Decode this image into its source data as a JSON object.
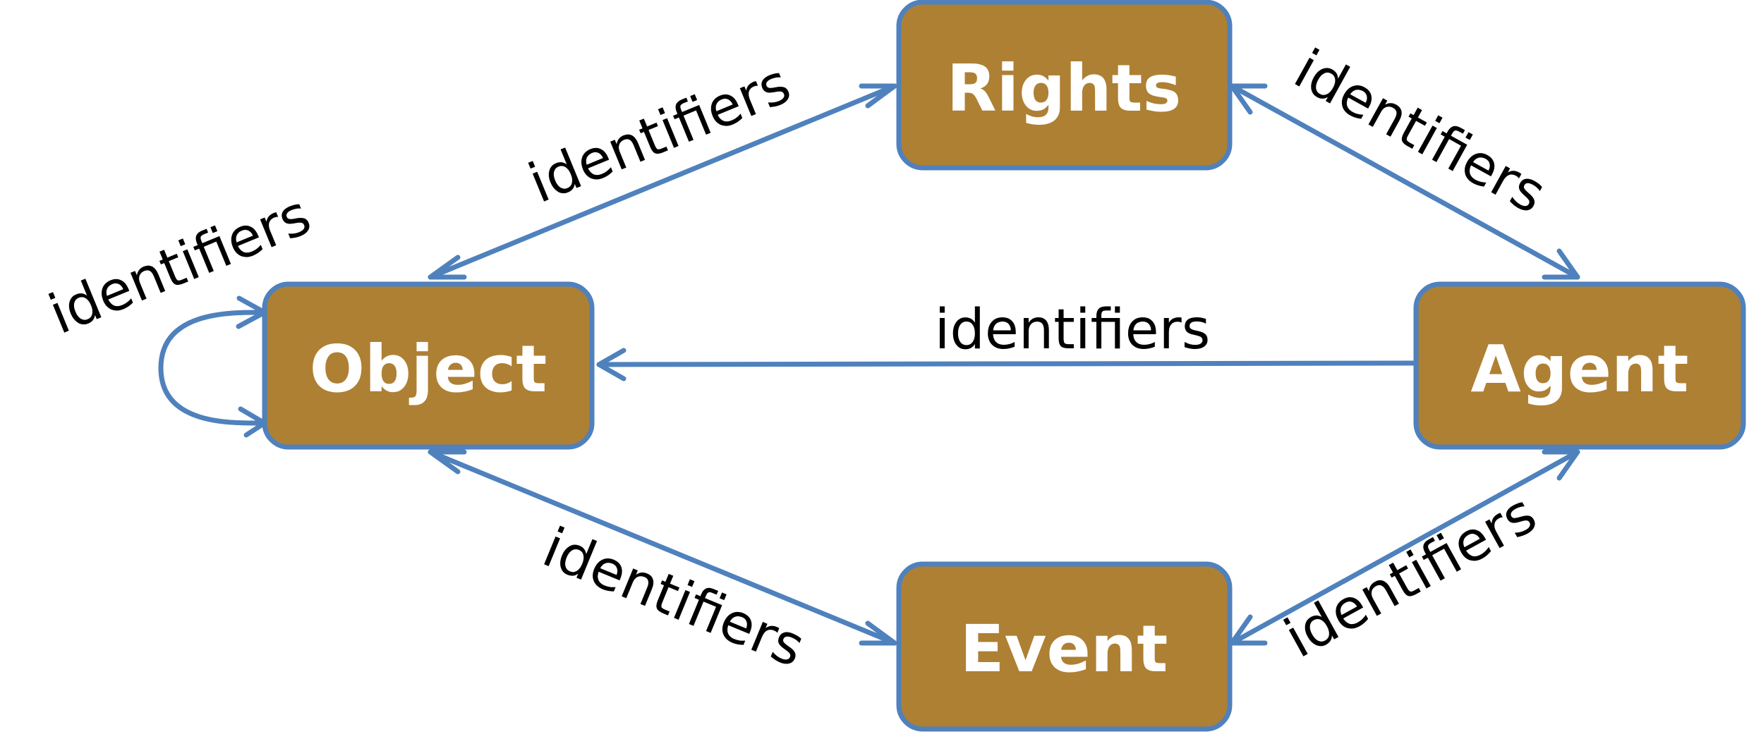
{
  "colors": {
    "node_fill": "#AE8034",
    "node_border": "#4F81BD",
    "edge": "#4F81BD",
    "node_text": "#FFFFFF",
    "edge_text": "#000000"
  },
  "nodes": {
    "rights": "Rights",
    "object": "Object",
    "agent": "Agent",
    "event": "Event"
  },
  "edges": {
    "object_rights": "identifiers",
    "rights_agent": "identifiers",
    "object_self": "identifiers",
    "agent_object": "identifiers",
    "object_event": "identifiers",
    "agent_event": "identifiers"
  }
}
